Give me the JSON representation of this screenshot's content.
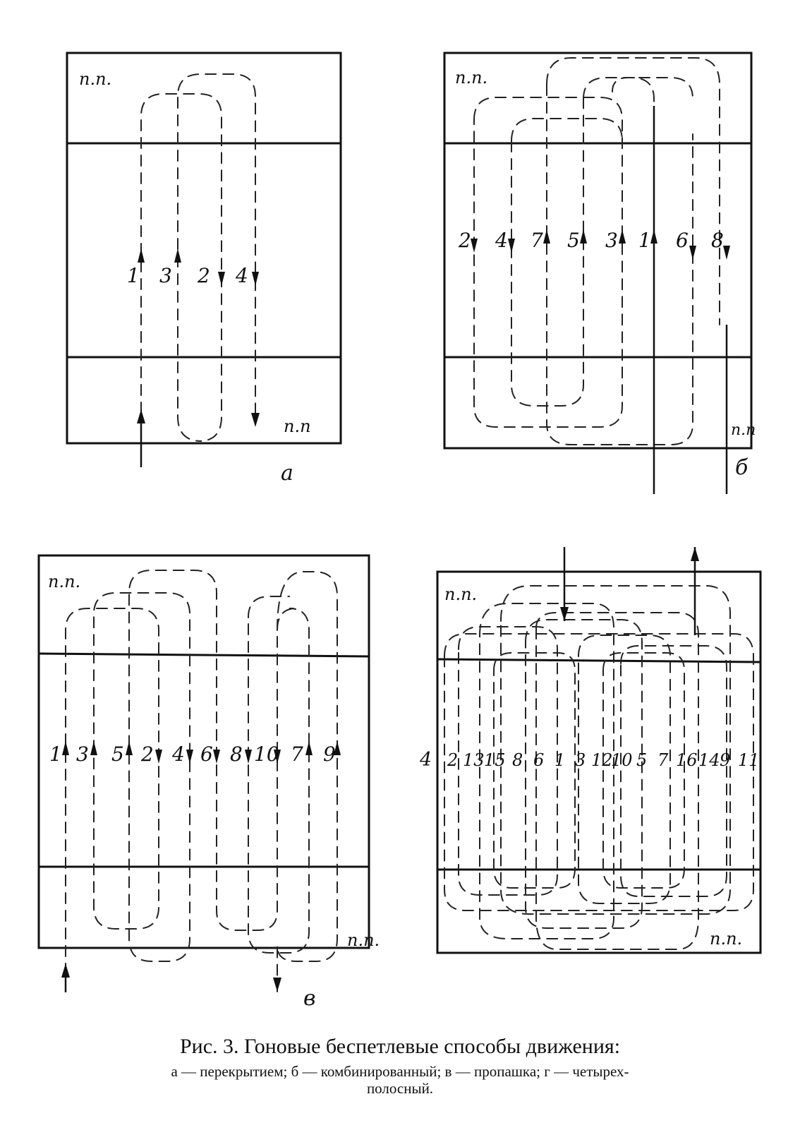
{
  "panels": [
    {
      "id": "a",
      "letter": "а",
      "corner_top": "п.п.",
      "corner_bottom": "п.п",
      "passes": [
        "1",
        "3",
        "2",
        "4"
      ]
    },
    {
      "id": "b",
      "letter": "б",
      "corner_top": "п.п.",
      "corner_bottom": "п.п",
      "passes": [
        "2",
        "4",
        "7",
        "5",
        "3",
        "1",
        "6",
        "8"
      ]
    },
    {
      "id": "v",
      "letter": "в",
      "corner_top": "п.п.",
      "corner_bottom": "п.п.",
      "passes": [
        "1",
        "3",
        "5",
        "2",
        "4",
        "6",
        "8",
        "10",
        "7",
        "9"
      ]
    },
    {
      "id": "g",
      "letter": "",
      "corner_top": "п.п.",
      "corner_bottom": "п.п.",
      "passes": [
        "4",
        "2",
        "13",
        "15",
        "8",
        "6",
        "1",
        "3",
        "12",
        "10",
        "5",
        "7",
        "16",
        "14",
        "9",
        "11"
      ]
    }
  ],
  "caption": {
    "title": "Рис. 3. Гоновые беспетлевые способы движения:",
    "line1": "а — перекрытием;   б — комбинированный;   в — пропашка;   г — четырех-",
    "line2": "полосный."
  }
}
